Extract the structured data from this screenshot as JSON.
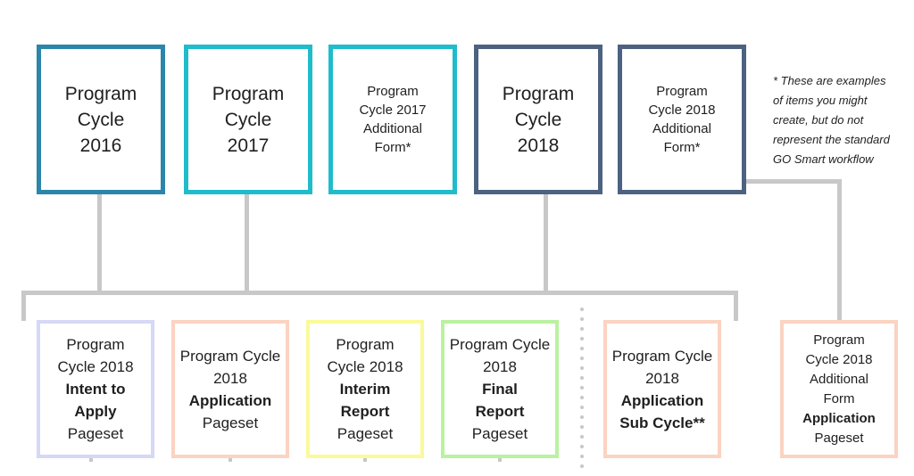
{
  "colors": {
    "pc2016": "#2b86aa",
    "pc2017": "#1fbccb",
    "pc2017_form": "#1fbccb",
    "pc2018": "#4c6280",
    "pc2018_form": "#4c6280",
    "intent": "#d6d8f7",
    "application": "#fbd3c1",
    "interim": "#fafa9a",
    "final": "#b9f2a0",
    "subcycle": "#fbd3c1",
    "additional_app": "#fbd3c1",
    "connector": "#c8c8c8"
  },
  "top_boxes": {
    "pc2016": {
      "l1": "Program",
      "l2": "Cycle",
      "l3": "2016"
    },
    "pc2017": {
      "l1": "Program",
      "l2": "Cycle",
      "l3": "2017"
    },
    "pc2017_form": {
      "l1": "Program",
      "l2": "Cycle 2017",
      "l3": "Additional",
      "l4": "Form*"
    },
    "pc2018": {
      "l1": "Program",
      "l2": "Cycle",
      "l3": "2018"
    },
    "pc2018_form": {
      "l1": "Program",
      "l2": "Cycle 2018",
      "l3": "Additional",
      "l4": "Form*"
    }
  },
  "bottom_boxes": {
    "intent": {
      "l1": "Program",
      "l2": "Cycle 2018",
      "l3": "Intent to",
      "l4": "Apply",
      "l5": "Pageset"
    },
    "application": {
      "l1": "Program Cycle",
      "l2": "2018",
      "l3": "Application",
      "l4": "Pageset"
    },
    "interim": {
      "l1": "Program",
      "l2": "Cycle 2018",
      "l3": "Interim",
      "l4": "Report",
      "l5": "Pageset"
    },
    "final": {
      "l1": "Program Cycle",
      "l2": "2018",
      "l3": "Final",
      "l4": "Report",
      "l5": "Pageset"
    },
    "subcycle": {
      "l1": "Program Cycle",
      "l2": "2018",
      "l3": "Application",
      "l4": "Sub Cycle**"
    },
    "additional_app": {
      "l1": "Program",
      "l2": "Cycle 2018",
      "l3": "Additional",
      "l4": "Form",
      "l5": "Application",
      "l6": "Pageset"
    }
  },
  "note": {
    "l1": "* These are examples",
    "l2": "of items you might",
    "l3": "create, but do not",
    "l4": "represent the standard",
    "l5": "GO Smart workflow"
  }
}
